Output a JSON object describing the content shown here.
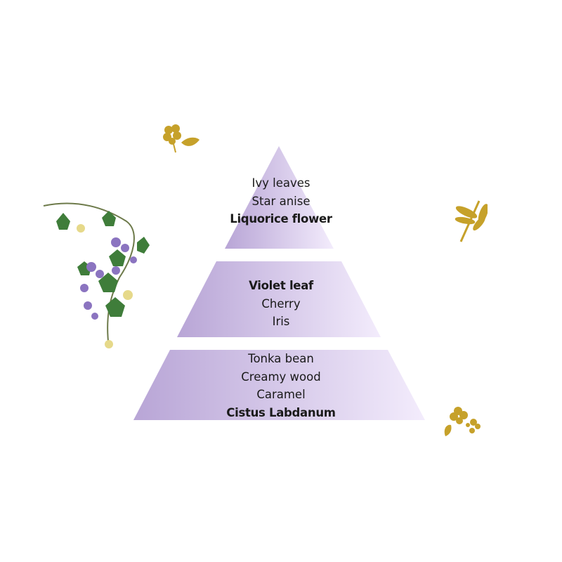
{
  "pyramid": {
    "top": {
      "notes": [
        "Ivy leaves",
        "Star anise",
        "Liquorice flower"
      ]
    },
    "heart": {
      "notes": [
        "Violet leaf",
        "Cherry",
        "Iris"
      ]
    },
    "base": {
      "notes": [
        "Tonka bean",
        "Creamy wood",
        "Caramel",
        "Cistus Labdanum"
      ]
    }
  },
  "colors": {
    "gradient_left": "#b8a5d6",
    "gradient_right": "#f3ecfc",
    "gold": "#c6a12a",
    "ivy": "#3f7d3a",
    "violet": "#8b74c0"
  },
  "icons": [
    "ivy-violet-illustration",
    "gold-flower-icon",
    "gold-dragonfly-icon",
    "gold-blossom-icon"
  ]
}
